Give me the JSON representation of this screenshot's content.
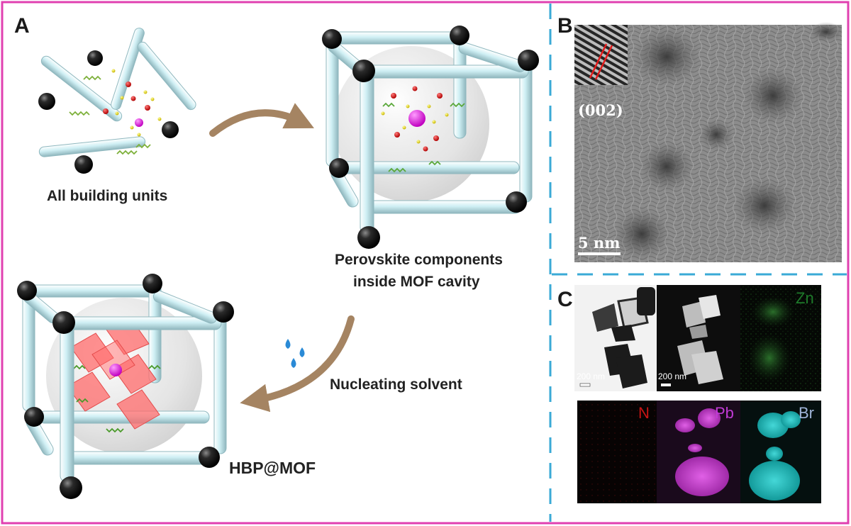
{
  "panels": {
    "a": {
      "letter": "A"
    },
    "b": {
      "letter": "B"
    },
    "c": {
      "letter": "C"
    }
  },
  "steps": {
    "building_units": "All building units",
    "perovskite_line1": "Perovskite components",
    "perovskite_line2": "inside MOF cavity",
    "nucleating": "Nucleating solvent",
    "product": "HBP@MOF"
  },
  "tem": {
    "plane": "(002)",
    "scale_bar": "5 nm"
  },
  "mapping": {
    "scale_bar": "200 nm",
    "elements": [
      {
        "symbol": "Zn",
        "color": "#1e7a2a"
      },
      {
        "symbol": "N",
        "color": "#c81414"
      },
      {
        "symbol": "Pb",
        "color": "#c23ad6"
      },
      {
        "symbol": "Br",
        "color": "#9fb4d8"
      }
    ]
  },
  "colors": {
    "frame": "#e040b0",
    "divider": "#3aaad6",
    "arrow": "#a58462"
  }
}
